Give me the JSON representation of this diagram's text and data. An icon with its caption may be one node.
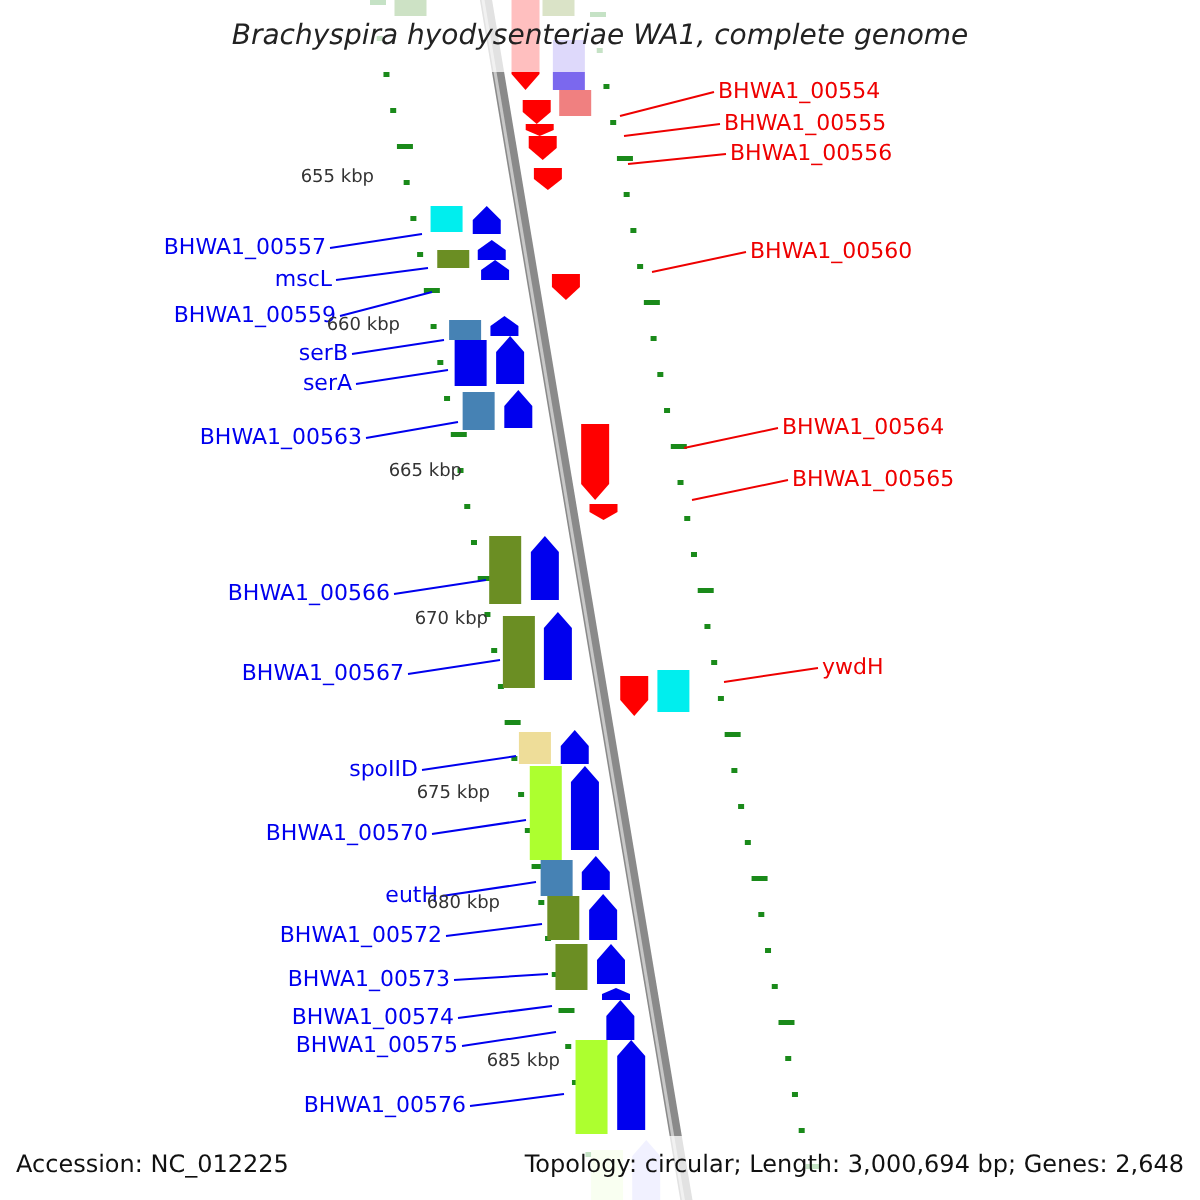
{
  "diagram": {
    "title": "Brachyspira hyodysenteriae WA1, complete genome",
    "nodes": [
      {
        "text": [
          "BHWA1_00554"
        ]
      },
      {
        "text": [
          "BHWA1_00555"
        ]
      },
      {
        "text": [
          "BHWA1_00556"
        ]
      },
      {
        "text": [
          "BHWA1_00557"
        ]
      },
      {
        "text": [
          "BHWA1_00560"
        ]
      },
      {
        "text": [
          "mscL"
        ]
      },
      {
        "text": [
          "BHWA1_00559"
        ]
      },
      {
        "text": [
          "serB"
        ]
      },
      {
        "text": [
          "serA"
        ]
      },
      {
        "text": [
          "BHWA1_00564"
        ]
      },
      {
        "text": [
          "BHWA1_00563"
        ]
      },
      {
        "text": [
          "BHWA1_00565"
        ]
      },
      {
        "text": [
          "BHWA1_00566"
        ]
      },
      {
        "text": [
          "ywdH"
        ]
      },
      {
        "text": [
          "BHWA1_00567"
        ]
      },
      {
        "text": [
          "spoIID"
        ]
      },
      {
        "text": [
          "BHWA1_00570"
        ]
      },
      {
        "text": [
          "eutH"
        ]
      },
      {
        "text": [
          "BHWA1_00572"
        ]
      },
      {
        "text": [
          "BHWA1_00573"
        ]
      },
      {
        "text": [
          "BHWA1_00574"
        ]
      },
      {
        "text": [
          "BHWA1_00575"
        ]
      },
      {
        "text": [
          "BHWA1_00576"
        ]
      }
    ],
    "edges": [
      {
        "from": 0,
        "to": null,
        "arrow": "none",
        "color": "#ee0000"
      },
      {
        "from": 1,
        "to": null,
        "arrow": "none",
        "color": "#ee0000"
      },
      {
        "from": 2,
        "to": null,
        "arrow": "none",
        "color": "#ee0000"
      },
      {
        "from": 3,
        "to": null,
        "arrow": "none"
      },
      {
        "from": 4,
        "to": null,
        "arrow": "none",
        "color": "#ee0000"
      },
      {
        "from": 5,
        "to": null,
        "arrow": "none"
      },
      {
        "from": 6,
        "to": null,
        "arrow": "none"
      },
      {
        "from": 7,
        "to": null,
        "arrow": "none"
      },
      {
        "from": 8,
        "to": null,
        "arrow": "none"
      },
      {
        "from": 9,
        "to": null,
        "arrow": "none",
        "color": "#ee0000"
      },
      {
        "from": 10,
        "to": null,
        "arrow": "none"
      },
      {
        "from": 11,
        "to": null,
        "arrow": "none",
        "color": "#ee0000"
      },
      {
        "from": 12,
        "to": null,
        "arrow": "none"
      },
      {
        "from": 13,
        "to": null,
        "arrow": "none",
        "color": "#ee0000"
      },
      {
        "from": 14,
        "to": null,
        "arrow": "none"
      },
      {
        "from": 15,
        "to": null,
        "arrow": "none"
      },
      {
        "from": 16,
        "to": null,
        "arrow": "none"
      },
      {
        "from": 17,
        "to": null,
        "arrow": "none"
      },
      {
        "from": 18,
        "to": null,
        "arrow": "none"
      },
      {
        "from": 19,
        "to": null,
        "arrow": "none"
      },
      {
        "from": 20,
        "to": null,
        "arrow": "none"
      },
      {
        "from": 21,
        "to": null,
        "arrow": "none"
      },
      {
        "from": 22,
        "to": null,
        "arrow": "none"
      }
    ],
    "labels": [
      "655 kbp",
      "660 kbp",
      "665 kbp",
      "670 kbp",
      "675 kbp",
      "680 kbp",
      "685 kbp",
      "Accession: NC_012225",
      "Topology: circular; Length: 3,000,694 bp; Genes: 2,648"
    ]
  }
}
